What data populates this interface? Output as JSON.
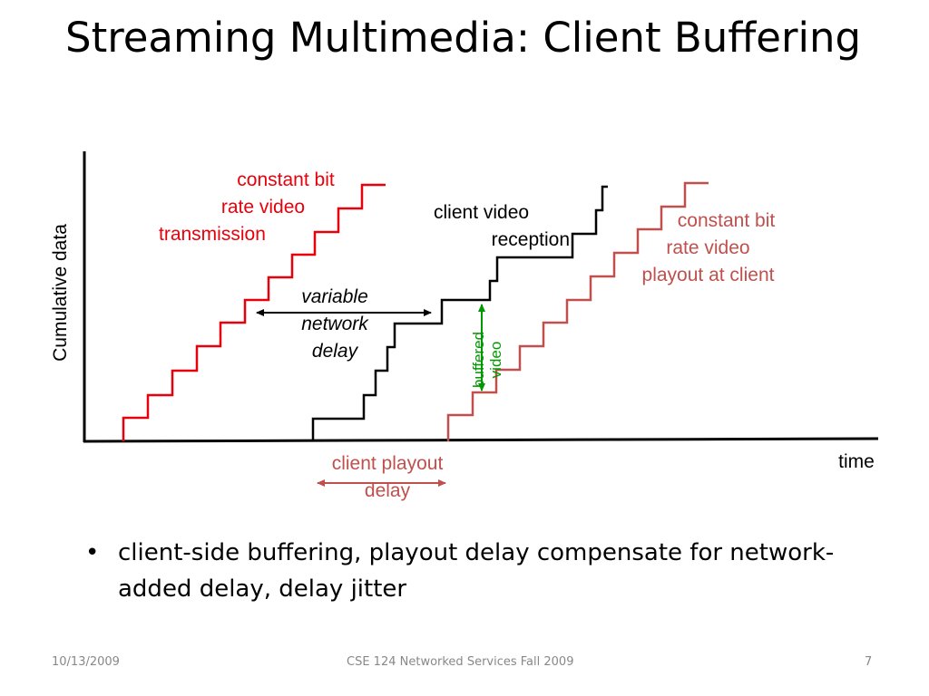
{
  "slide": {
    "title": "Streaming Multimedia:  Client Buffering"
  },
  "diagram": {
    "y_axis_label": "Cumulative data",
    "x_axis_label": "time",
    "transmission_label": [
      "constant bit",
      "rate video",
      "transmission"
    ],
    "reception_label": [
      "client video",
      "reception"
    ],
    "playout_label": [
      "constant bit",
      "rate video",
      "playout at client"
    ],
    "network_delay_label": [
      "variable",
      "network",
      "delay"
    ],
    "buffered_label": [
      "buffered",
      "video"
    ],
    "playout_delay_label": [
      "client playout",
      "delay"
    ],
    "colors": {
      "transmission": "#e8000b",
      "reception": "#000000",
      "playout": "#c0504d",
      "buffered": "#009900"
    }
  },
  "bullets": [
    "client-side buffering, playout delay compensate for network-added delay, delay jitter"
  ],
  "footer": {
    "date": "10/13/2009",
    "course": "CSE 124 Networked Services Fall 2009",
    "page": "7"
  }
}
